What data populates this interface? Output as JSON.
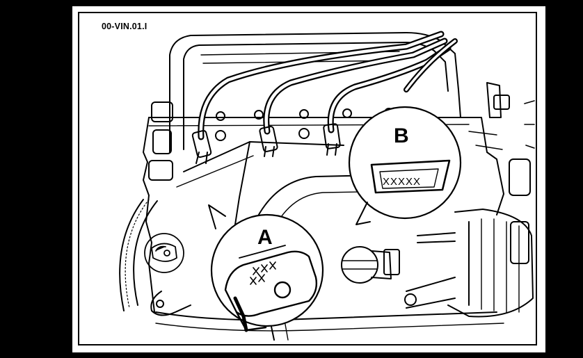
{
  "figure": {
    "reference_code": "00-VIN.01.I"
  },
  "callouts": {
    "a": {
      "letter": "A"
    },
    "b": {
      "letter": "B",
      "stamp": "XXXXX"
    }
  },
  "colors": {
    "ink": "#000000",
    "paper": "#ffffff",
    "background": "#000000"
  }
}
